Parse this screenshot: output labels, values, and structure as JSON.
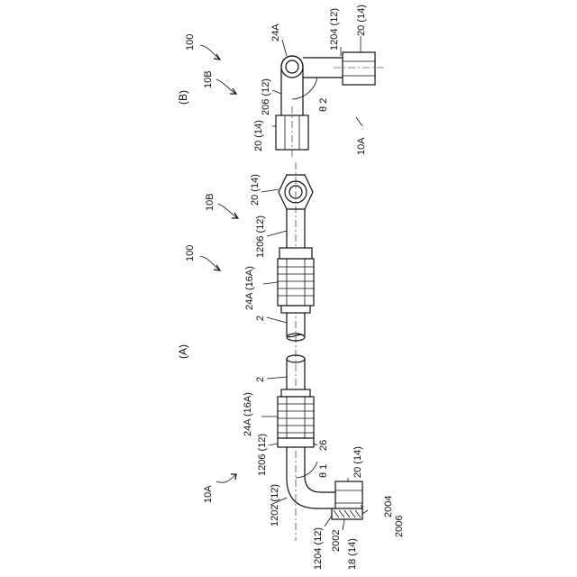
{
  "labels": {
    "fig_a": "(A)",
    "fig_b": "(B)",
    "l100_top": "100",
    "l100_mid": "100",
    "l10a_b": "10A",
    "l10b_b": "10B",
    "l10b_a": "10B",
    "l10a_a": "10A",
    "l24a_b": "24A",
    "l1204_b": "1204 (12)",
    "l20_b_right": "20 (14)",
    "l206_b": "206 (12)",
    "ltheta2": "θ 2",
    "l20_b_left": "20 (14)",
    "l20_a_top": "20 (14)",
    "l1206_a_top": "1206 (12)",
    "l24a_16a_top": "24A (16A)",
    "l2_top": "2",
    "l2_bottom": "2",
    "l24a_16a_bottom": "24A (16A)",
    "l1206_a_bottom": "1206 (12)",
    "l26": "26",
    "ltheta1": "θ 1",
    "l20_a_bottom": "20 (14)",
    "l1202": "1202 (12)",
    "l1204_a": "1204 (12)",
    "l2002": "2002",
    "l2004": "2004",
    "l2006": "2006",
    "l18": "18 (14)"
  }
}
